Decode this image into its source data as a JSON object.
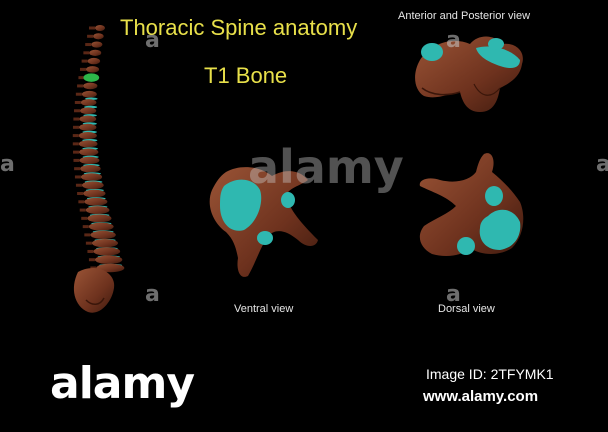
{
  "header": {
    "title": "Thoracic Spine anatomy",
    "subtitle": "T1 Bone"
  },
  "views": {
    "anterior_posterior": "Anterior and Posterior view",
    "ventral": "Ventral view",
    "dorsal": "Dorsal view"
  },
  "watermark": {
    "center_text": "alamy",
    "side_mark": "a"
  },
  "footer": {
    "brand": "alamy",
    "image_id": "Image ID: 2TFYMK1",
    "url": "www.alamy.com"
  },
  "colors": {
    "title": "#e8e04a",
    "bone": "#7a3a24",
    "cartilage": "#2fb8b0",
    "highlight": "#2db64a",
    "background": "#000000"
  }
}
